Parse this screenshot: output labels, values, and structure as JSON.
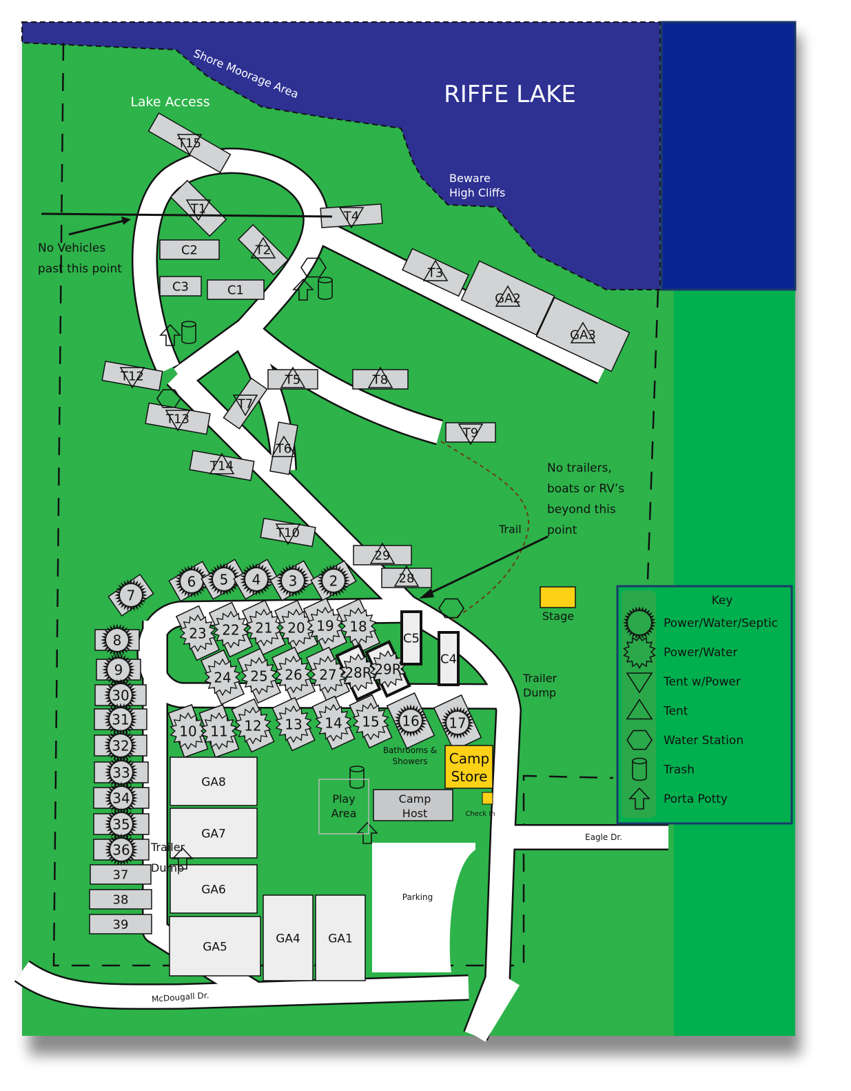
{
  "colors": {
    "grass": "#2db34a",
    "grass_light": "#00b04f",
    "lake": "#2e3192",
    "lake_deep": "#0a2491",
    "site": "#d1d3d4",
    "road": "#ffffff",
    "yellow": "#fcd116",
    "legend_border": "#1b3a6b"
  },
  "lake": {
    "name": "RIFFE LAKE",
    "shore_label": "Shore Moorage Area",
    "lake_access": "Lake Access",
    "cliffs_line1": "Beware",
    "cliffs_line2": "High Cliffs"
  },
  "notes": {
    "no_vehicles_1": "No Vehicles",
    "no_vehicles_2": "past this  point",
    "no_trailers_1": "No trailers,",
    "no_trailers_2": "boats or RV’s",
    "no_trailers_3": "beyond this",
    "no_trailers_4": "point",
    "trail": "Trail"
  },
  "facilities": {
    "stage": "Stage",
    "trailer_dump_1_a": "Trailer",
    "trailer_dump_1_b": "Dump",
    "trailer_dump_2_a": "Trailer",
    "trailer_dump_2_b": "Dump",
    "bathrooms_a": "Bathrooms &",
    "bathrooms_b": "Showers",
    "camp_store_a": "Camp",
    "camp_store_b": "Store",
    "camp_host_a": "Camp",
    "camp_host_b": "Host",
    "check_in": "Check In",
    "play_area_a": "Play",
    "play_area_b": "Area",
    "parking": "Parking"
  },
  "roads": {
    "eagle": "Eagle Dr.",
    "mcdougall": "McDougall Dr."
  },
  "sites": [
    {
      "label": "T15",
      "type": "tent-power"
    },
    {
      "label": "T1",
      "type": "tent-power"
    },
    {
      "label": "T4",
      "type": "tent-power"
    },
    {
      "label": "C2",
      "type": "plain"
    },
    {
      "label": "T2",
      "type": "tent"
    },
    {
      "label": "C3",
      "type": "plain"
    },
    {
      "label": "C1",
      "type": "plain"
    },
    {
      "label": "T3",
      "type": "tent"
    },
    {
      "label": "GA2",
      "type": "tent"
    },
    {
      "label": "GA3",
      "type": "tent"
    },
    {
      "label": "T12",
      "type": "tent-power"
    },
    {
      "label": "T13",
      "type": "tent-power"
    },
    {
      "label": "T5",
      "type": "tent"
    },
    {
      "label": "T8",
      "type": "tent"
    },
    {
      "label": "T7",
      "type": "tent-power"
    },
    {
      "label": "T6",
      "type": "tent"
    },
    {
      "label": "T9",
      "type": "tent-power"
    },
    {
      "label": "T14",
      "type": "tent"
    },
    {
      "label": "T10",
      "type": "tent-power"
    },
    {
      "label": "29",
      "type": "tent"
    },
    {
      "label": "28",
      "type": "tent"
    },
    {
      "label": "7",
      "type": "power-water-septic"
    },
    {
      "label": "6",
      "type": "power-water-septic"
    },
    {
      "label": "5",
      "type": "power-water-septic"
    },
    {
      "label": "4",
      "type": "power-water-septic"
    },
    {
      "label": "3",
      "type": "power-water-septic"
    },
    {
      "label": "2",
      "type": "power-water-septic"
    },
    {
      "label": "23",
      "type": "power-water"
    },
    {
      "label": "22",
      "type": "power-water"
    },
    {
      "label": "21",
      "type": "power-water"
    },
    {
      "label": "20",
      "type": "power-water"
    },
    {
      "label": "19",
      "type": "power-water"
    },
    {
      "label": "18",
      "type": "power-water"
    },
    {
      "label": "24",
      "type": "power-water"
    },
    {
      "label": "25",
      "type": "power-water"
    },
    {
      "label": "26",
      "type": "power-water"
    },
    {
      "label": "27",
      "type": "power-water"
    },
    {
      "label": "28R",
      "type": "power-water"
    },
    {
      "label": "29R",
      "type": "power-water"
    },
    {
      "label": "C5",
      "type": "plain"
    },
    {
      "label": "C4",
      "type": "plain"
    },
    {
      "label": "8",
      "type": "power-water-septic"
    },
    {
      "label": "9",
      "type": "power-water-septic"
    },
    {
      "label": "30",
      "type": "power-water-septic"
    },
    {
      "label": "31",
      "type": "power-water-septic"
    },
    {
      "label": "32",
      "type": "power-water-septic"
    },
    {
      "label": "33",
      "type": "power-water-septic"
    },
    {
      "label": "34",
      "type": "power-water-septic"
    },
    {
      "label": "35",
      "type": "power-water-septic"
    },
    {
      "label": "36",
      "type": "power-water-septic"
    },
    {
      "label": "37",
      "type": "plain"
    },
    {
      "label": "38",
      "type": "plain"
    },
    {
      "label": "39",
      "type": "plain"
    },
    {
      "label": "10",
      "type": "power-water"
    },
    {
      "label": "11",
      "type": "power-water"
    },
    {
      "label": "12",
      "type": "power-water"
    },
    {
      "label": "13",
      "type": "power-water"
    },
    {
      "label": "14",
      "type": "power-water"
    },
    {
      "label": "15",
      "type": "power-water"
    },
    {
      "label": "16",
      "type": "power-water-septic"
    },
    {
      "label": "17",
      "type": "power-water-septic"
    },
    {
      "label": "GA8",
      "type": "plain"
    },
    {
      "label": "GA7",
      "type": "plain"
    },
    {
      "label": "GA6",
      "type": "plain"
    },
    {
      "label": "GA5",
      "type": "plain"
    },
    {
      "label": "GA4",
      "type": "plain"
    },
    {
      "label": "GA1",
      "type": "plain"
    }
  ],
  "legend": {
    "title": "Key",
    "items": [
      {
        "label": "Power/Water/Septic",
        "icon": "power-water-septic-icon"
      },
      {
        "label": "Power/Water",
        "icon": "power-water-icon"
      },
      {
        "label": "Tent w/Power",
        "icon": "tent-power-icon"
      },
      {
        "label": "Tent",
        "icon": "tent-icon"
      },
      {
        "label": "Water Station",
        "icon": "water-station-icon"
      },
      {
        "label": "Trash",
        "icon": "trash-icon"
      },
      {
        "label": "Porta Potty",
        "icon": "porta-potty-icon"
      }
    ]
  }
}
